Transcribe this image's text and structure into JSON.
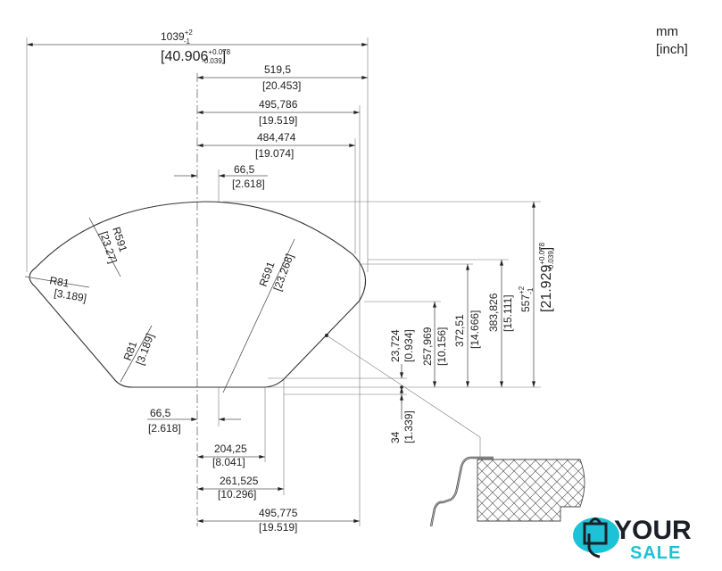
{
  "units": {
    "primary": "mm",
    "secondary": "[inch]"
  },
  "dimensions": {
    "overall_width": {
      "value": "1039",
      "tol_upper": "+2",
      "tol_lower": "-1",
      "inch_open": "[40.906",
      "inch_tol_upper": "+0.078",
      "inch_tol_lower": "-0.039",
      "inch_close": "]"
    },
    "d519": {
      "value": "519,5",
      "inch": "[20.453]"
    },
    "d495_786": {
      "value": "495,786",
      "inch": "[19.519]"
    },
    "d484": {
      "value": "484,474",
      "inch": "[19.074]"
    },
    "offset_top": {
      "value": "66,5",
      "inch": "[2.618]"
    },
    "offset_bottom": {
      "value": "66,5",
      "inch": "[2.618]"
    },
    "d204": {
      "value": "204,25",
      "inch": "[8.041]"
    },
    "d261": {
      "value": "261,525",
      "inch": "[10.296]"
    },
    "d495_775": {
      "value": "495,775",
      "inch": "[19.519]"
    },
    "overall_height": {
      "value": "557",
      "tol_upper": "+2",
      "tol_lower": "-1",
      "inch_open": "[21.929",
      "inch_tol_upper": "+0.078",
      "inch_tol_lower": "-0.039",
      "inch_close": "]"
    },
    "h383": {
      "value": "383,826",
      "inch": "[15.111]"
    },
    "h372": {
      "value": "372,51",
      "inch": "[14.666]"
    },
    "h257": {
      "value": "257,969",
      "inch": "[10.156]"
    },
    "h23": {
      "value": "23,724",
      "inch": "[0.934]"
    },
    "h34": {
      "value": "34",
      "inch": "[1.339]"
    }
  },
  "radii": {
    "r591_left": {
      "value": "R591",
      "inch": "[23.27]"
    },
    "r81_left": {
      "value": "R81",
      "inch": "[3.189]"
    },
    "r591_center": {
      "value": "R591",
      "inch": "[23.268]"
    },
    "r81_bottom": {
      "value": "R81",
      "inch": "[3.189]"
    }
  },
  "logo": {
    "line1": "YOUR",
    "line2": "SALE",
    "accent": "#1ec2d6",
    "dark": "#1b1f27"
  }
}
